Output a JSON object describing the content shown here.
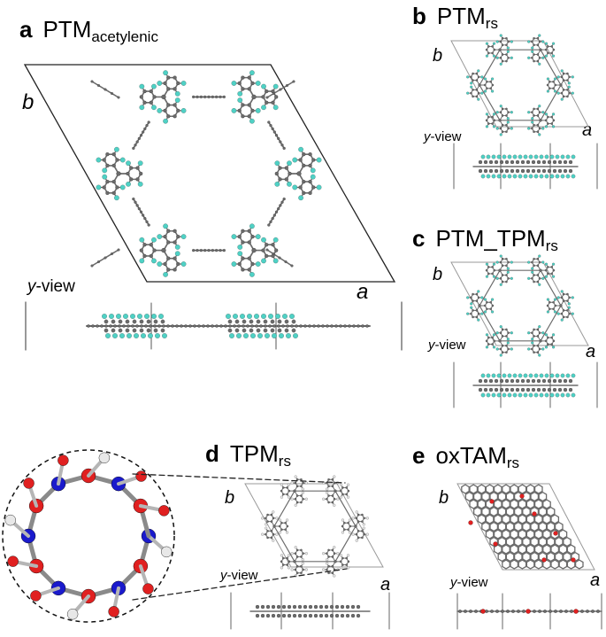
{
  "panels": {
    "a": {
      "letter": "a",
      "name": "PTM",
      "sub": "acetylenic",
      "axis_a": "a",
      "axis_b": "b",
      "yview_italic": "y",
      "yview_rest": "-view"
    },
    "b": {
      "letter": "b",
      "name": "PTM",
      "sub": "rs",
      "axis_a": "a",
      "axis_b": "b",
      "yview_italic": "y",
      "yview_rest": "-view"
    },
    "c": {
      "letter": "c",
      "name": "PTM_TPM",
      "sub": "rs",
      "axis_a": "a",
      "axis_b": "b",
      "yview_italic": "y",
      "yview_rest": "-view"
    },
    "d": {
      "letter": "d",
      "name": "TPM",
      "sub": "rs",
      "axis_a": "a",
      "axis_b": "b",
      "yview_italic": "y",
      "yview_rest": "-view"
    },
    "e": {
      "letter": "e",
      "name": "oxTAM",
      "sub": "rs",
      "axis_a": "a",
      "axis_b": "b",
      "yview_italic": "y",
      "yview_rest": "-view"
    }
  },
  "colors": {
    "carbon": "#6b6b6b",
    "chlorine": "#4fd1c5",
    "hydrogen": "#e8e8e8",
    "oxygen": "#e02020",
    "nitrogen": "#1a1acc",
    "cell_line": "#999999",
    "cell_line_dark": "#222222"
  }
}
